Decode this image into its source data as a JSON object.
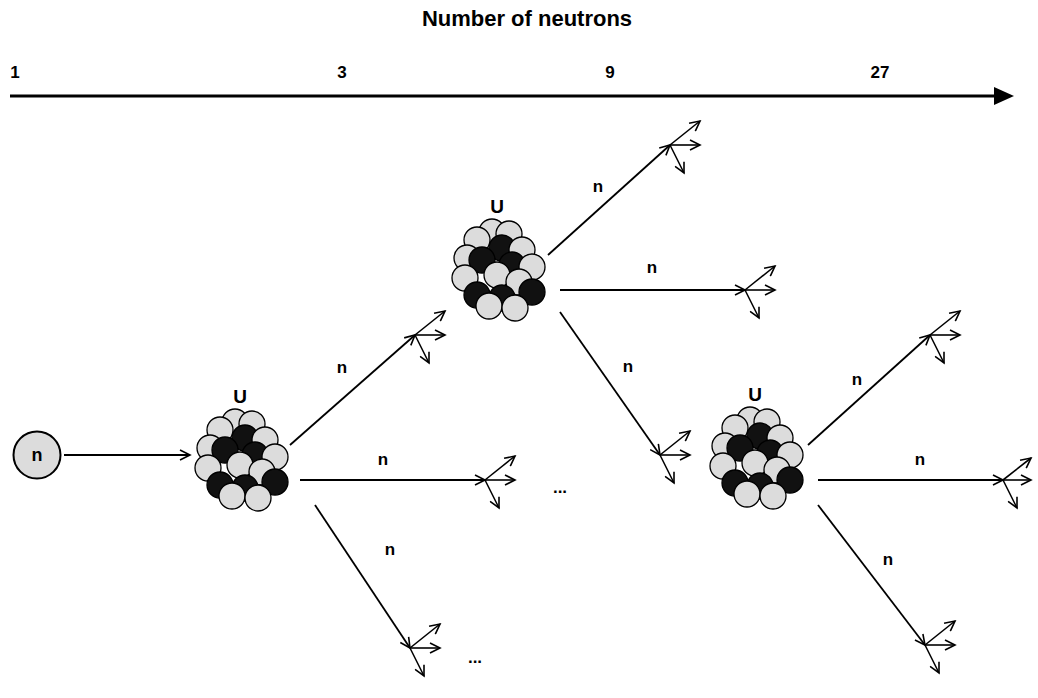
{
  "diagram": {
    "title": "Number of neutrons",
    "nodes": [
      {
        "text": [
          "n"
        ]
      },
      {
        "text": [
          "U"
        ]
      },
      {
        "text": [
          "U"
        ]
      },
      {
        "text": [
          "U"
        ]
      }
    ],
    "edges": [
      {
        "from": 0,
        "to": 1,
        "arrow": "to"
      }
    ],
    "labels": [
      "1",
      "3",
      "9",
      "27",
      "n",
      "n",
      "n",
      "n",
      "n",
      "n",
      "n",
      "n",
      "n",
      "...",
      "..."
    ]
  }
}
